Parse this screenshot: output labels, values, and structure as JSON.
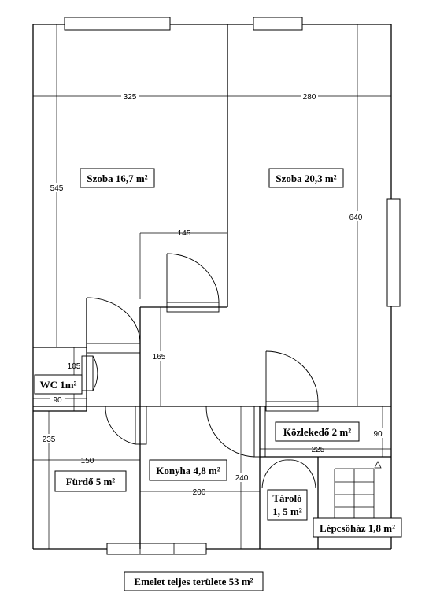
{
  "rooms": {
    "szoba1": "Szoba 16,7 m²",
    "szoba2": "Szoba 20,3 m²",
    "wc": "WC 1m²",
    "kozlekedo": "Közlekedő 2 m²",
    "furdo": "Fürdő 5 m²",
    "konyha": "Konyha 4,8 m²",
    "tarolo_line1": "Tároló",
    "tarolo_line2": "1, 5 m²",
    "lepcsohaz": "Lépcsőház 1,8 m²"
  },
  "dimensions": {
    "d325": "325",
    "d280": "280",
    "d545": "545",
    "d640": "640",
    "d145": "145",
    "d165": "165",
    "d105": "105",
    "d90a": "90",
    "d90b": "90",
    "d225": "225",
    "d235": "235",
    "d150": "150",
    "d240": "240",
    "d200": "200"
  },
  "caption": "Emelet teljes területe 53 m²"
}
